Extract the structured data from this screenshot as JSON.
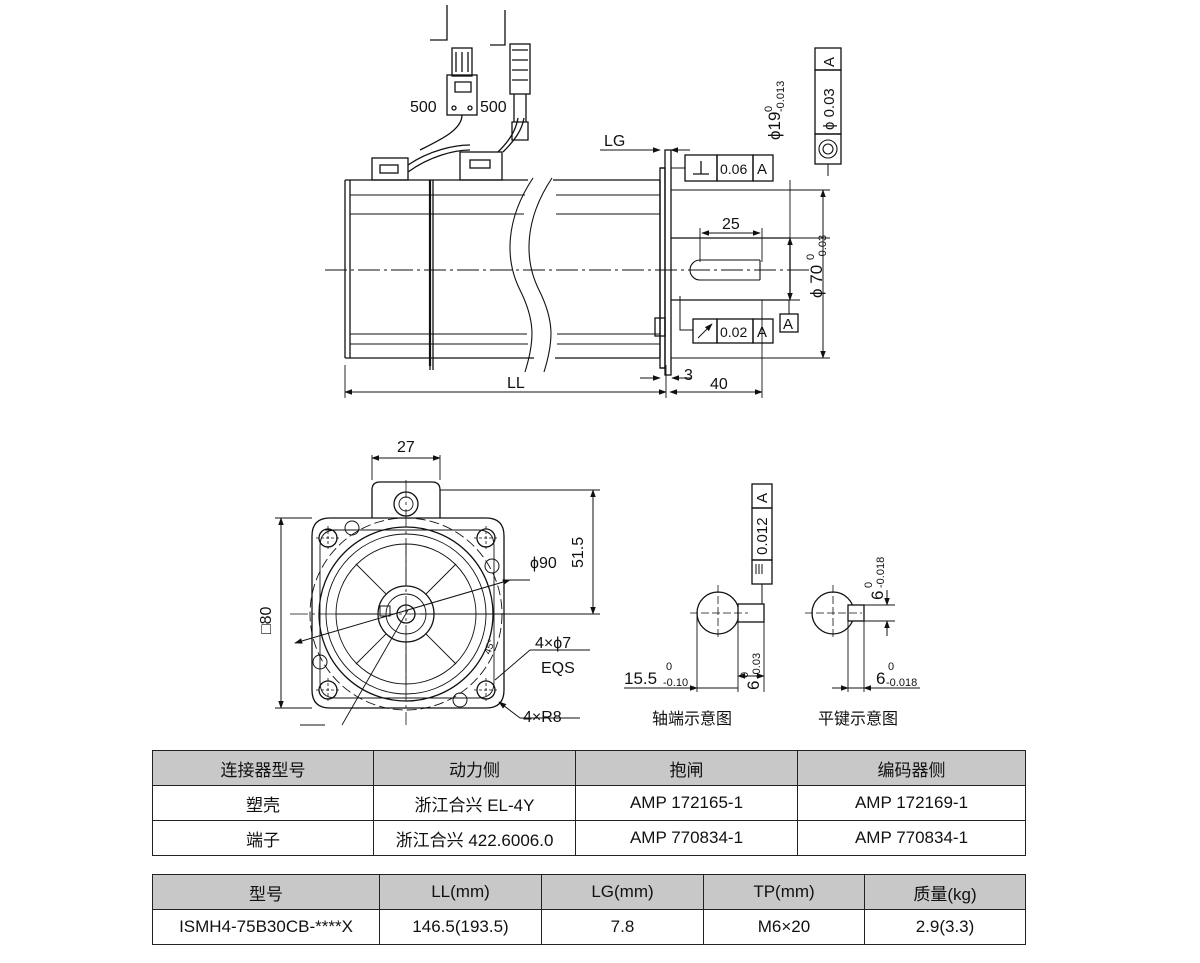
{
  "side_view": {
    "cable_len_power": "500",
    "cable_len_encoder": "500",
    "lg_label": "LG",
    "ll_label": "LL",
    "flange_thk": "3",
    "shaft_len": "40",
    "key_len": "25",
    "tol_perp_value": "0.06",
    "tol_perp_datum": "A",
    "tol_runout_value": "0.02",
    "tol_runout_datum": "A",
    "datum_letter": "A",
    "shaft_dia": "ϕ19",
    "shaft_dia_upper": "0",
    "shaft_dia_lower": "-0.013",
    "spigot_dia": "ϕ 70",
    "spigot_dia_upper": "0",
    "spigot_dia_lower": "-0.03",
    "tol_conc_value": "ϕ 0.03",
    "tol_conc_datum": "A"
  },
  "front_view": {
    "connector_width": "27",
    "connector_height": "51.5",
    "pcd": "ϕ90",
    "square": "□80",
    "holes": "4×ϕ7",
    "eqs": "EQS",
    "corner": "4×R8",
    "angle": "45°"
  },
  "shaft_detail": {
    "tol_value": "0.012",
    "tol_datum": "A",
    "height": "15.5",
    "height_upper": "0",
    "height_lower": "-0.10",
    "key_w": "6",
    "key_w_upper": "0",
    "key_w_lower": "-0.03",
    "caption": "轴端示意图"
  },
  "key_detail": {
    "key_h": "6",
    "key_h_upper": "0",
    "key_h_lower": "-0.018",
    "key_w": "6",
    "key_w_upper": "0",
    "key_w_lower": "-0.018",
    "caption": "平键示意图"
  },
  "connector_table": {
    "headers": [
      "连接器型号",
      "动力侧",
      "抱闸",
      "编码器侧"
    ],
    "rows": [
      [
        "塑壳",
        "浙江合兴 EL-4Y",
        "AMP 172165-1",
        "AMP 172169-1"
      ],
      [
        "端子",
        "浙江合兴 422.6006.0",
        "AMP 770834-1",
        "AMP 770834-1"
      ]
    ]
  },
  "spec_table": {
    "headers": [
      "型号",
      "LL(mm)",
      "LG(mm)",
      "TP(mm)",
      "质量(kg)"
    ],
    "rows": [
      [
        "ISMH4-75B30CB-****X",
        "146.5(193.5)",
        "7.8",
        "M6×20",
        "2.9(3.3)"
      ]
    ]
  }
}
